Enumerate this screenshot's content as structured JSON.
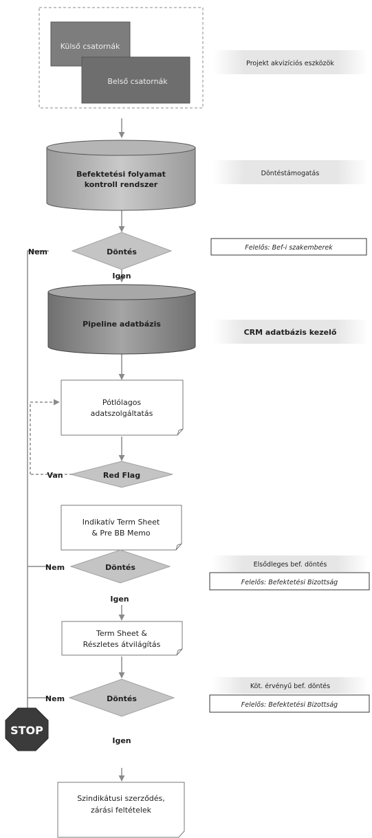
{
  "nodes": {
    "kulso": "Külső csatornák",
    "belso": "Belső csatornák",
    "kontroll": [
      "Befektetési folyamat",
      "kontroll rendszer"
    ],
    "dontes1": "Döntés",
    "pipeline": "Pipeline adatbázis",
    "potlolagos": [
      "Pótlólagos",
      "adatszolgáltatás"
    ],
    "redflag": "Red Flag",
    "indikativ": [
      "Indikatív Term Sheet",
      "& Pre BB Memo"
    ],
    "dontes2": "Döntés",
    "termsheet": [
      "Term Sheet &",
      "Részletes átvilágítás"
    ],
    "dontes3": "Döntés",
    "szindikatusi": [
      "Szindikátusi szerződés,",
      "zárási feltételek"
    ]
  },
  "edge_labels": {
    "nem1": "Nem",
    "igen1": "Igen",
    "van": "Van",
    "nem2": "Nem",
    "igen2": "Igen",
    "nem3": "Nem",
    "igen3": "Igen"
  },
  "stop": "STOP",
  "side_labels": {
    "akvizicio": "Projekt akvizíciós eszközök",
    "dontestamogatas": "Döntéstámogatás",
    "felelos1": "Felelős: Bef-i szakemberek",
    "crm": "CRM adatbázis kezelő",
    "elsodleges": "Elsődleges bef. döntés",
    "felelos2": "Felelős: Befektetési Bizottság",
    "kot": "Köt. érvényű bef. döntés",
    "felelos3": "Felelős: Befektetési Bizottság"
  }
}
